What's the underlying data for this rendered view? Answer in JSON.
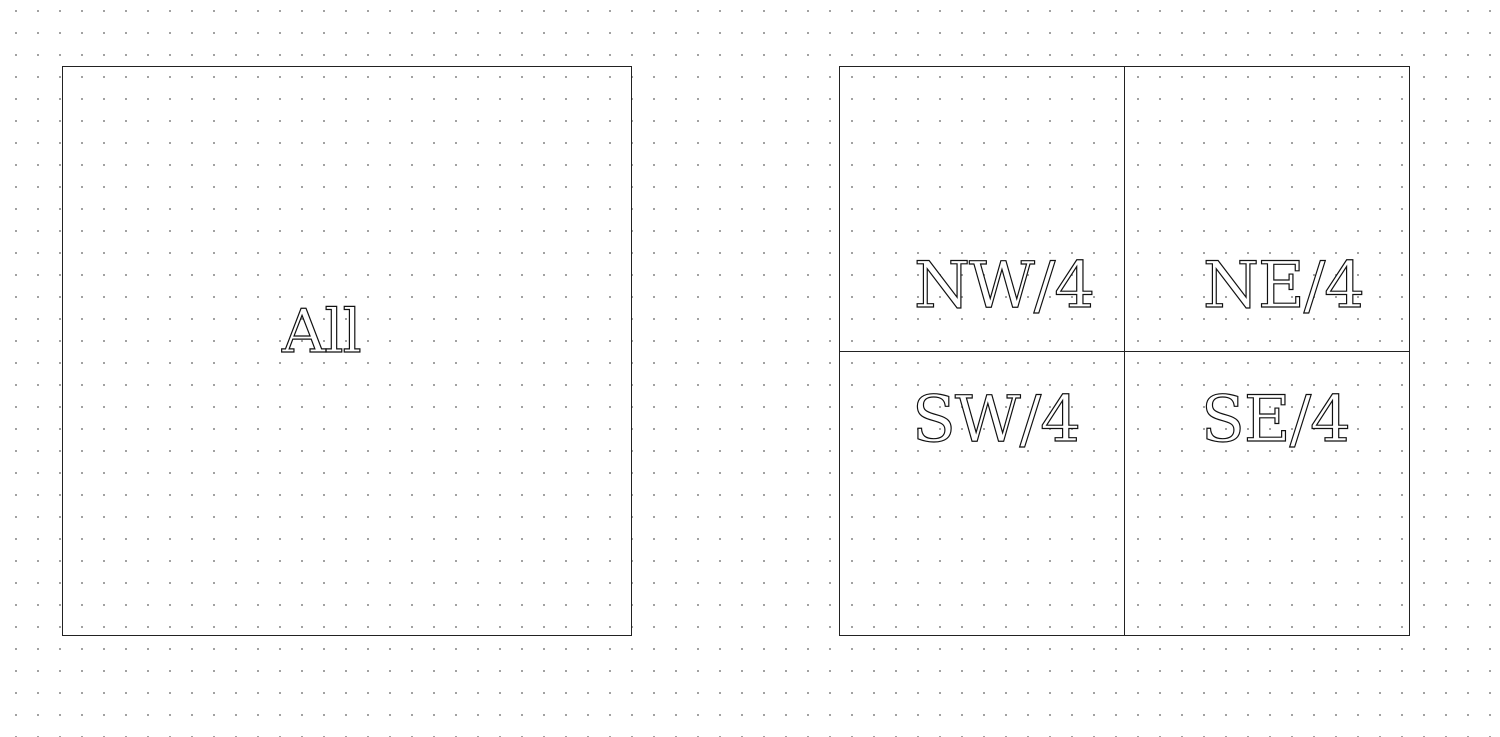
{
  "diagram": {
    "left_panel": {
      "label": "All"
    },
    "right_panel": {
      "quadrants": [
        {
          "id": "nw",
          "label": "NW/4"
        },
        {
          "id": "ne",
          "label": "NE/4"
        },
        {
          "id": "sw",
          "label": "SW/4"
        },
        {
          "id": "se",
          "label": "SE/4"
        }
      ]
    },
    "colors": {
      "line": "#222222",
      "dot_grid": "#9a9a9a",
      "background": "#ffffff"
    }
  }
}
